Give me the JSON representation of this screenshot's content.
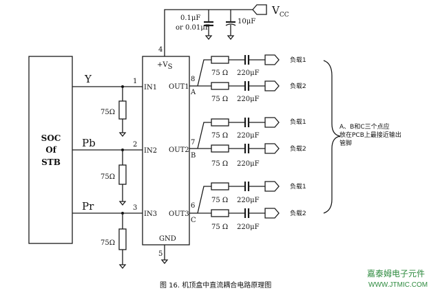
{
  "soc_block": {
    "line1": "SOC",
    "line2": "Of",
    "line3": "STB"
  },
  "inputs": [
    {
      "signal": "Y",
      "pin": "1",
      "in_label": "IN1"
    },
    {
      "signal": "Pb",
      "pin": "2",
      "in_label": "IN2"
    },
    {
      "signal": "Pr",
      "pin": "3",
      "in_label": "IN3"
    }
  ],
  "termination_resistor": "75Ω",
  "chip": {
    "supply_label": "+V",
    "supply_sub": "S",
    "supply_pin": "4",
    "gnd_label": "GND",
    "gnd_pin": "5"
  },
  "outputs": [
    {
      "out_label": "OUT1",
      "pin": "8",
      "channel": "A"
    },
    {
      "out_label": "OUT2",
      "pin": "7",
      "channel": "B"
    },
    {
      "out_label": "OUT3",
      "pin": "6",
      "channel": "C"
    }
  ],
  "load_resistor": "75 Ω",
  "load_capacitor": "220μF",
  "loads": [
    "负载1",
    "负载2"
  ],
  "decoupling": {
    "cap1_line1": "0.1μF",
    "cap1_line2": "or 0.01μF",
    "cap2": "10μF",
    "vcc": "V",
    "vcc_sub": "CC"
  },
  "note": {
    "line1": "A、B和C三个点应",
    "line2": "放在PCB上最接近输出",
    "line3": "管脚"
  },
  "caption": "图 16. 机顶盒中直流耦合电路原理图",
  "watermark": {
    "line1": "嘉泰姆电子元件",
    "line2": "WWW.JTMIC.COM"
  }
}
